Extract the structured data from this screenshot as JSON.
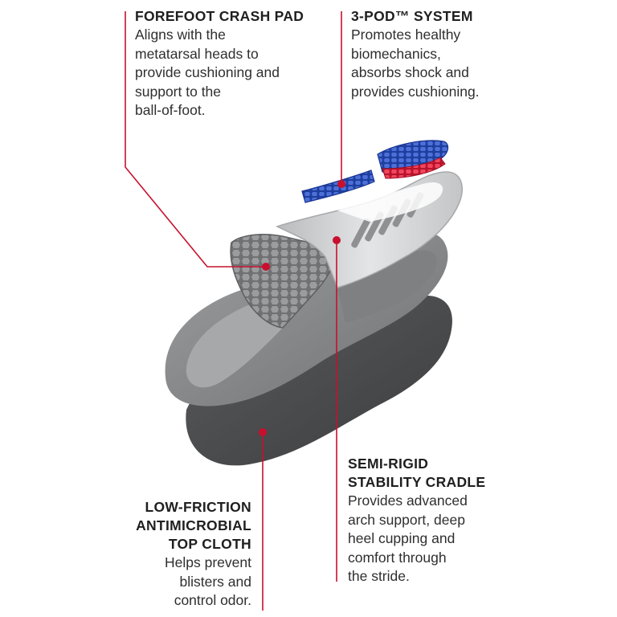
{
  "callouts": {
    "forefoot": {
      "title": "FOREFOOT CRASH PAD",
      "body_lines": [
        "Aligns with the",
        "metatarsal heads to",
        "provide cushioning and",
        "support to the",
        "ball-of-foot."
      ]
    },
    "pod": {
      "title": "3-POD™ SYSTEM",
      "body_lines": [
        "Promotes healthy",
        "biomechanics,",
        "absorbs shock and",
        "provides cushioning."
      ]
    },
    "cradle": {
      "title_lines": [
        "SEMI-RIGID",
        "STABILITY CRADLE"
      ],
      "body_lines": [
        "Provides advanced",
        "arch support, deep",
        "heel cupping and",
        "comfort through",
        "the stride."
      ]
    },
    "topcloth": {
      "title_lines": [
        "LOW-FRICTION",
        "ANTIMICROBIAL",
        "TOP CLOTH"
      ],
      "body_lines": [
        "Helps prevent",
        "blisters and",
        "control odor."
      ]
    }
  },
  "colors": {
    "leader_line": "#c8102e",
    "pod_blue": "#2f55c4",
    "pod_red": "#e0223c",
    "cradle_gray": "#cfd1d3",
    "insole_gray": "#8a8c8e",
    "topcloth_dark": "#4a4b4d"
  }
}
